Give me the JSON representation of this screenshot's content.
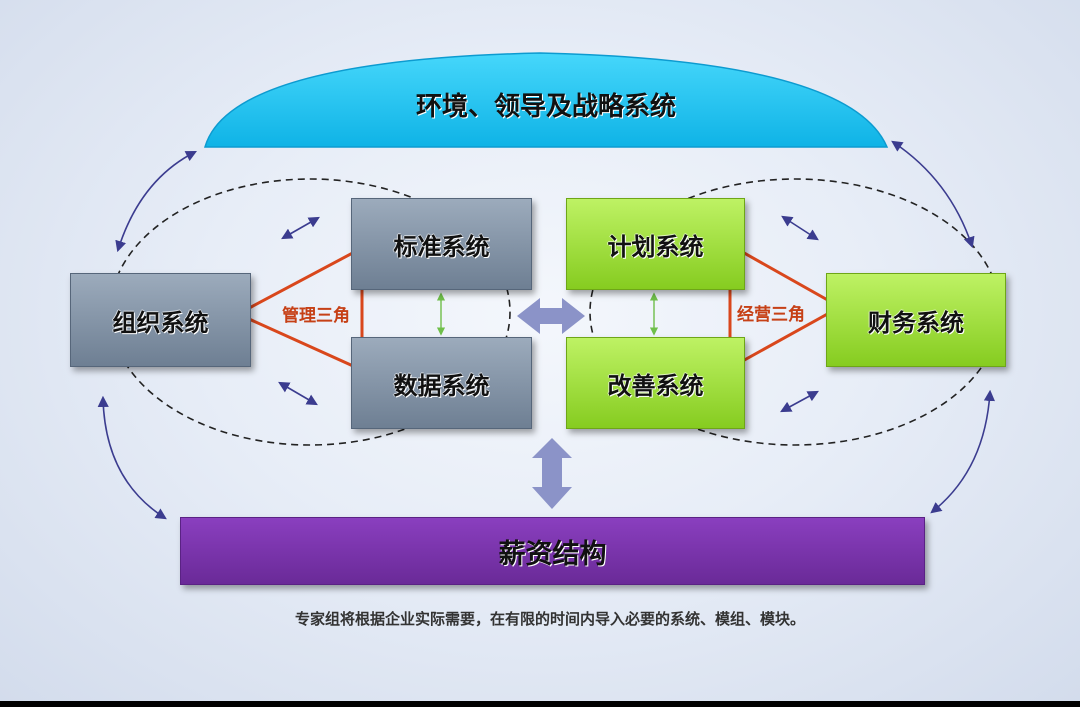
{
  "banner": {
    "label": "环境、领导及战略系统",
    "color": "#19c3f0"
  },
  "org_box": {
    "label": "组织系统"
  },
  "standard_box": {
    "label": "标准系统"
  },
  "data_box": {
    "label": "数据系统"
  },
  "plan_box": {
    "label": "计划系统"
  },
  "improve_box": {
    "label": "改善系统"
  },
  "finance_box": {
    "label": "财务系统"
  },
  "management_triangle": {
    "label": "管理三角"
  },
  "operation_triangle": {
    "label": "经营三角"
  },
  "salary_box": {
    "label": "薪资结构",
    "color": "#7a33ab"
  },
  "footnote": {
    "text": "专家组将根据企业实际需要，在有限的时间内导入必要的系统、模组、模块。"
  },
  "colors": {
    "gray_box": "#7d8da1",
    "green_box": "#a3e43c",
    "triangle_stroke": "#d9471c",
    "small_arrow": "#3b3c8f",
    "big_arrow": "#8b93c8",
    "thin_arrow": "#6fbf4a"
  }
}
